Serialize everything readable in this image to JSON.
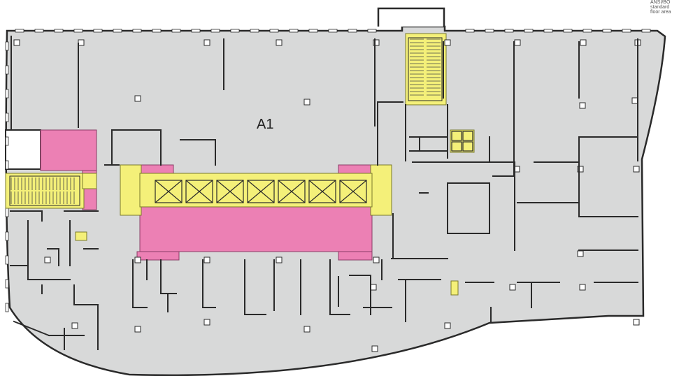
{
  "plan": {
    "zone_label": "A1",
    "colors": {
      "floor": "#d8d9d9",
      "wall": "#2a2a2a",
      "core_yellow": "#f4f079",
      "core_pink": "#ec80b4",
      "background": "#ffffff"
    }
  },
  "legend": {
    "line1": "ANSI/BO",
    "line2": "standard",
    "line3": "floor area"
  }
}
